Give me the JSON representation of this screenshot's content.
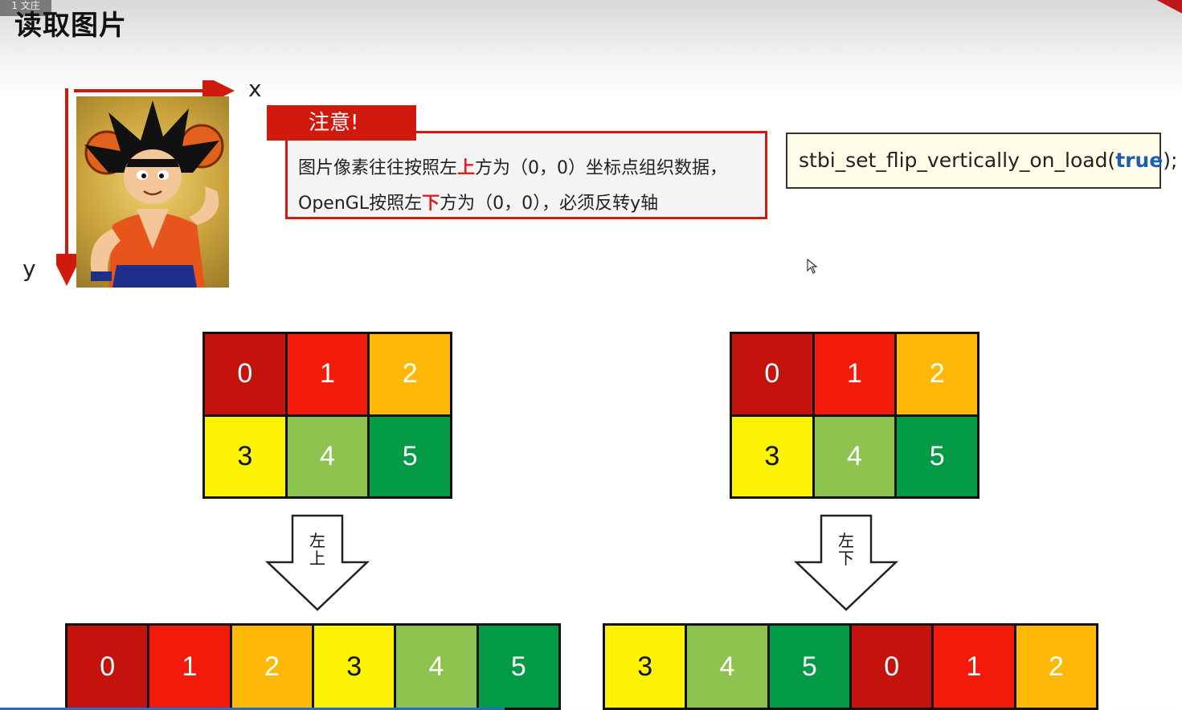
{
  "slide": {
    "title": "读取图片",
    "corner_tab": "1 文庄"
  },
  "axes": {
    "x_label": "x",
    "y_label": "y"
  },
  "note": {
    "tag": "注意!",
    "line1_a": "图片像素往往按照左",
    "line1_hl": "上",
    "line1_b": "方为（0，0）坐标点组织数据，",
    "line2_a": "OpenGL按照左",
    "line2_hl": "下",
    "line2_b": "方为（0，0），必须反转y轴"
  },
  "code": {
    "func": "stbi_set_flip_vertically_on_load(",
    "arg": "true",
    "end": ");"
  },
  "colors": {
    "c0": "#c4120d",
    "c1": "#f21a0a",
    "c2": "#fdb808",
    "c3": "#fbf204",
    "c4": "#8dc24e",
    "c5": "#029a45",
    "accent": "#d11a0e",
    "keyword": "#1e5fb0"
  },
  "left_grid": {
    "cells": [
      "0",
      "1",
      "2",
      "3",
      "4",
      "5"
    ]
  },
  "right_grid": {
    "cells": [
      "0",
      "1",
      "2",
      "3",
      "4",
      "5"
    ]
  },
  "left_arrow": {
    "char1": "左",
    "char2": "上"
  },
  "right_arrow": {
    "char1": "左",
    "char2": "下"
  },
  "left_row": {
    "cells": [
      "0",
      "1",
      "2",
      "3",
      "4",
      "5"
    ]
  },
  "right_row": {
    "cells": [
      "3",
      "4",
      "5",
      "0",
      "1",
      "2"
    ]
  }
}
